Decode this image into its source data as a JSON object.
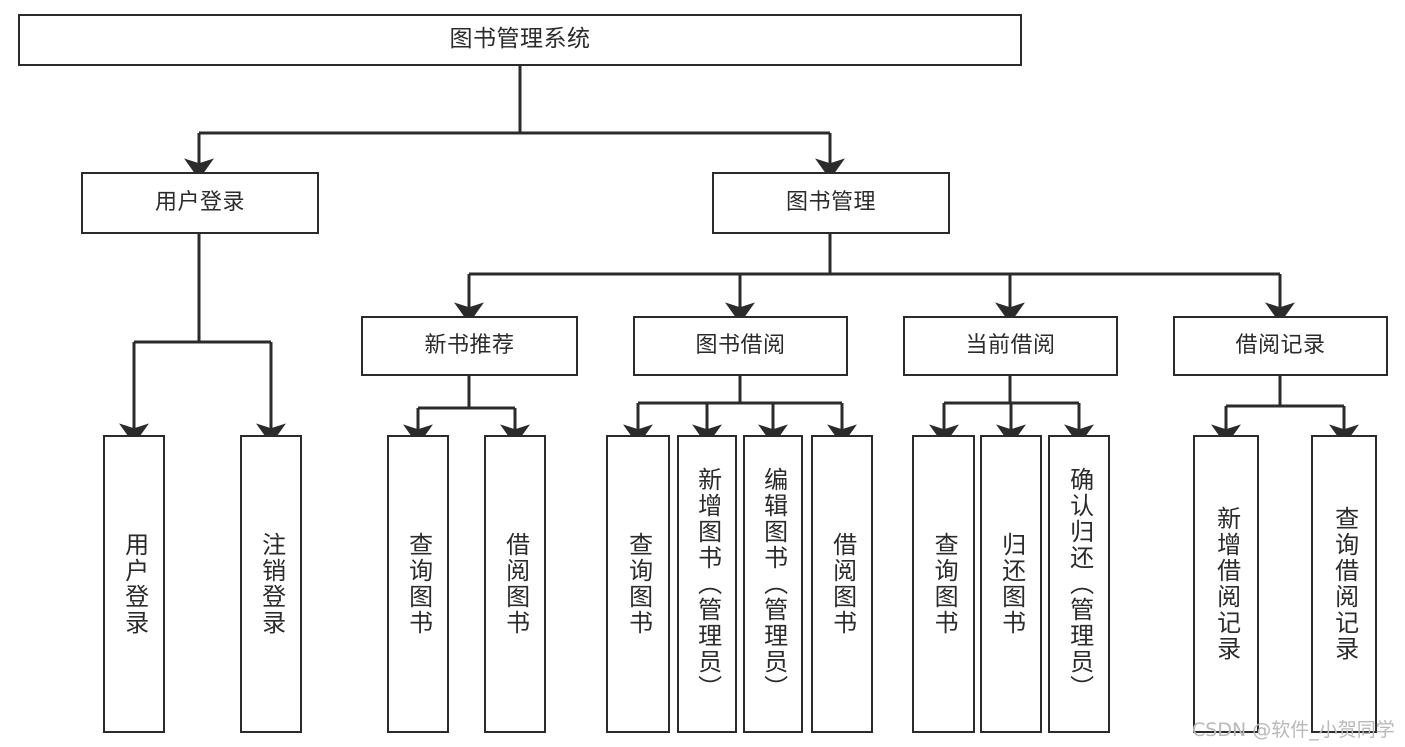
{
  "diagram": {
    "type": "tree",
    "title": "图书管理系统",
    "theme": {
      "background": "#ffffff",
      "node_border": "#2b2b2b",
      "node_fill": "#ffffff",
      "connector": "#2b2b2b",
      "text": "#2b2b2b",
      "watermark": "#b9b9b9"
    },
    "root": {
      "label": "图书管理系统"
    },
    "level2": [
      {
        "label": "用户登录"
      },
      {
        "label": "图书管理"
      }
    ],
    "level3": [
      {
        "label": "新书推荐"
      },
      {
        "label": "图书借阅"
      },
      {
        "label": "当前借阅"
      },
      {
        "label": "借阅记录"
      }
    ],
    "leaves": {
      "user_login": [
        {
          "label": "用户登录"
        },
        {
          "label": "注销登录"
        }
      ],
      "new_book": [
        {
          "label": "查询图书"
        },
        {
          "label": "借阅图书"
        }
      ],
      "book_borrow": [
        {
          "label": "查询图书"
        },
        {
          "label": "新增图书（管理员）"
        },
        {
          "label": "编辑图书（管理员）"
        },
        {
          "label": "借阅图书"
        }
      ],
      "current_borrow": [
        {
          "label": "查询图书"
        },
        {
          "label": "归还图书"
        },
        {
          "label": "确认归还（管理员）"
        }
      ],
      "borrow_record": [
        {
          "label": "新增借阅记录"
        },
        {
          "label": "查询借阅记录"
        }
      ]
    }
  },
  "watermark": {
    "text": "CSDN @软件_小贺同学"
  }
}
